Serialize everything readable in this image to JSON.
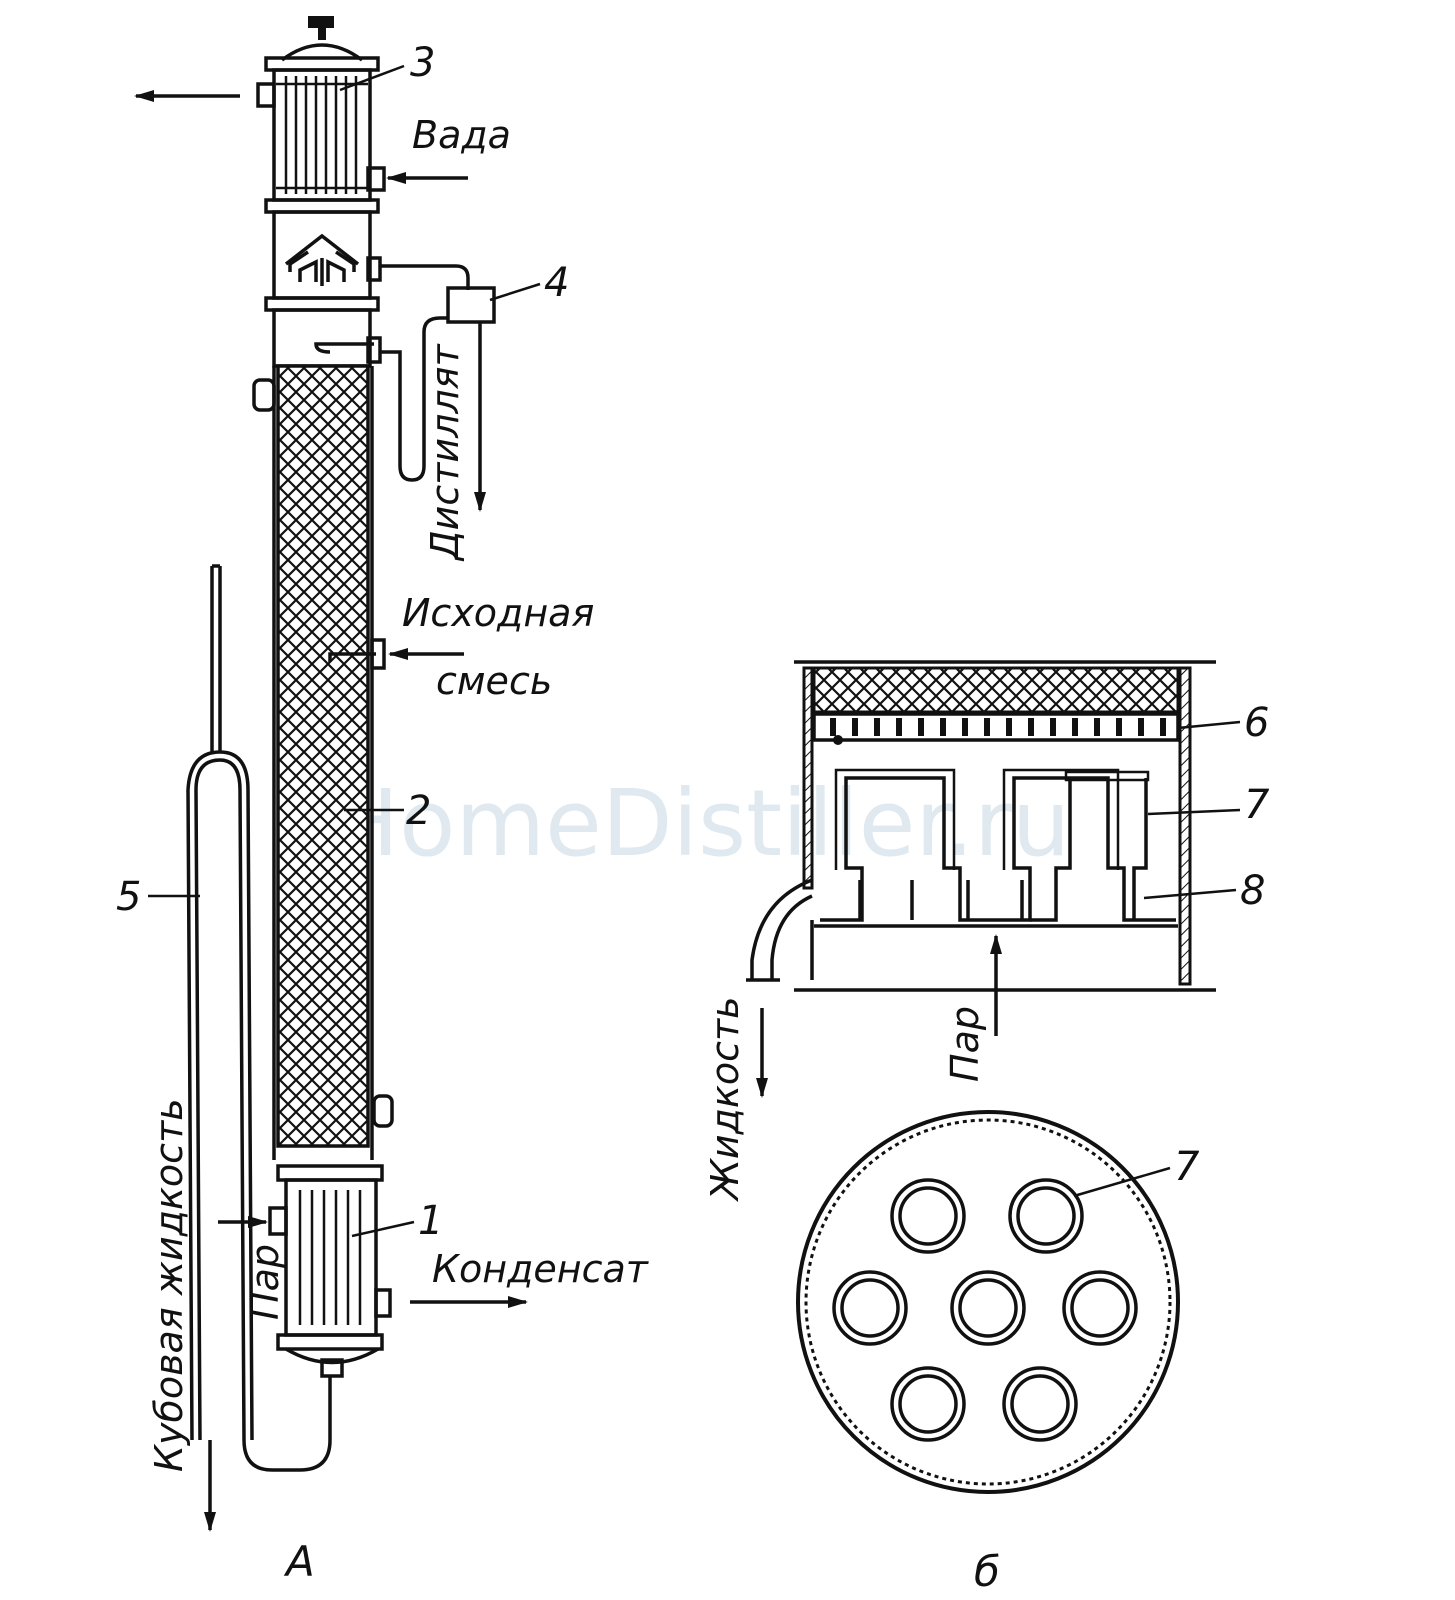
{
  "labels": {
    "n1": "1",
    "n2": "2",
    "n3": "3",
    "n4": "4",
    "n5": "5",
    "n6": "6",
    "n7": "7",
    "n8": "8",
    "n7b": "7",
    "water": "Вада",
    "distillate": "Дистиллят",
    "feed_line1": "Исходная",
    "feed_line2": "смесь",
    "condensate": "Конденсат",
    "steam_a": "Пар",
    "bottoms": "Кубовая жидкость",
    "liquid": "Жидкость",
    "steam_b": "Пар",
    "fig_a": "A",
    "fig_b": "б"
  },
  "watermark": "HomeDistiller.ru"
}
